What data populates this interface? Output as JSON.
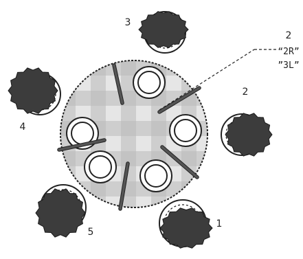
{
  "seat_labels": [
    "1",
    "2",
    "3",
    "4",
    "5"
  ],
  "callout": {
    "number": "2",
    "line1": "“2R”",
    "line2": "”3L”"
  },
  "colors": {
    "outline": "#222222",
    "hair": "#3c3c3c",
    "chopstick": "#555555",
    "check_light": "#dcdcdc",
    "check_dark": "#a8a8a8"
  },
  "icons": [
    "round-table-icon",
    "plate-icon",
    "chopstick-icon",
    "diner-head-icon"
  ]
}
